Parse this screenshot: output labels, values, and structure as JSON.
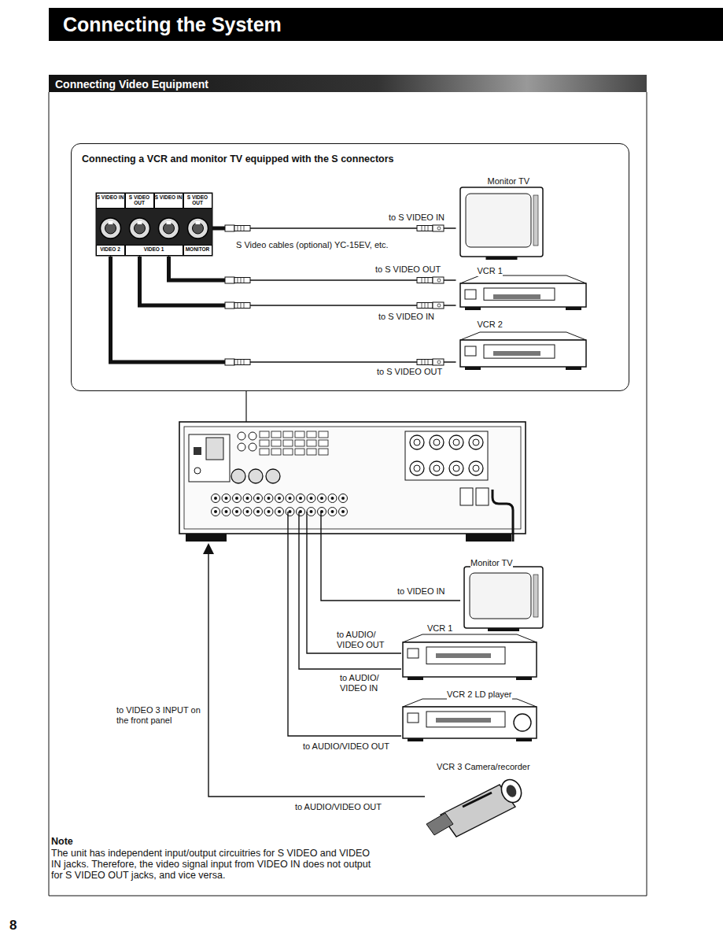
{
  "diagram": {
    "title": "Connecting the System",
    "nodes": [
      {
        "text": [
          "Connecting a VCR and monitor TV equipped with the S connectors"
        ]
      },
      {
        "text": [
          "S VIDEO IN",
          "S VIDEO OUT",
          "S VIDEO IN",
          "S VIDEO OUT",
          "VIDEO 2",
          "VIDEO 1",
          "MONITOR"
        ],
        "in": 0
      },
      {
        "text": [
          "Monitor TV"
        ],
        "in": 0
      },
      {
        "text": [
          "VCR 1"
        ],
        "in": 0
      },
      {
        "text": [
          "VCR 2"
        ],
        "in": 0
      },
      {
        "text": [
          "Monitor TV"
        ]
      },
      {
        "text": [
          "VCR 1"
        ]
      },
      {
        "text": [
          "VCR 2 LD player"
        ]
      },
      {
        "text": [
          "VCR 3 Camera/recorder"
        ]
      }
    ],
    "edges": [
      {
        "from": 1,
        "to": 2,
        "arrow": "none",
        "label": "to S VIDEO IN"
      },
      {
        "from": 1,
        "to": 3,
        "arrow": "none",
        "label": "to S VIDEO OUT"
      },
      {
        "from": 1,
        "to": 3,
        "arrow": "none",
        "label": "to S VIDEO IN"
      },
      {
        "from": 1,
        "to": 4,
        "arrow": "none",
        "label": "to S VIDEO OUT"
      }
    ],
    "labels": [
      "Connecting Video Equipment",
      "S Video cables (optional) YC-15EV, etc.",
      "to VIDEO IN",
      "to AUDIO/ VIDEO OUT",
      "to AUDIO/ VIDEO IN",
      "to VIDEO 3 INPUT on the front panel",
      "to AUDIO/VIDEO OUT",
      "to AUDIO/VIDEO OUT",
      "Note",
      "The unit has independent input/output circuitries for S VIDEO and VIDEO IN jacks. Therefore, the video signal input from VIDEO IN does not output for S VIDEO OUT jacks, and vice versa.",
      "8"
    ]
  }
}
